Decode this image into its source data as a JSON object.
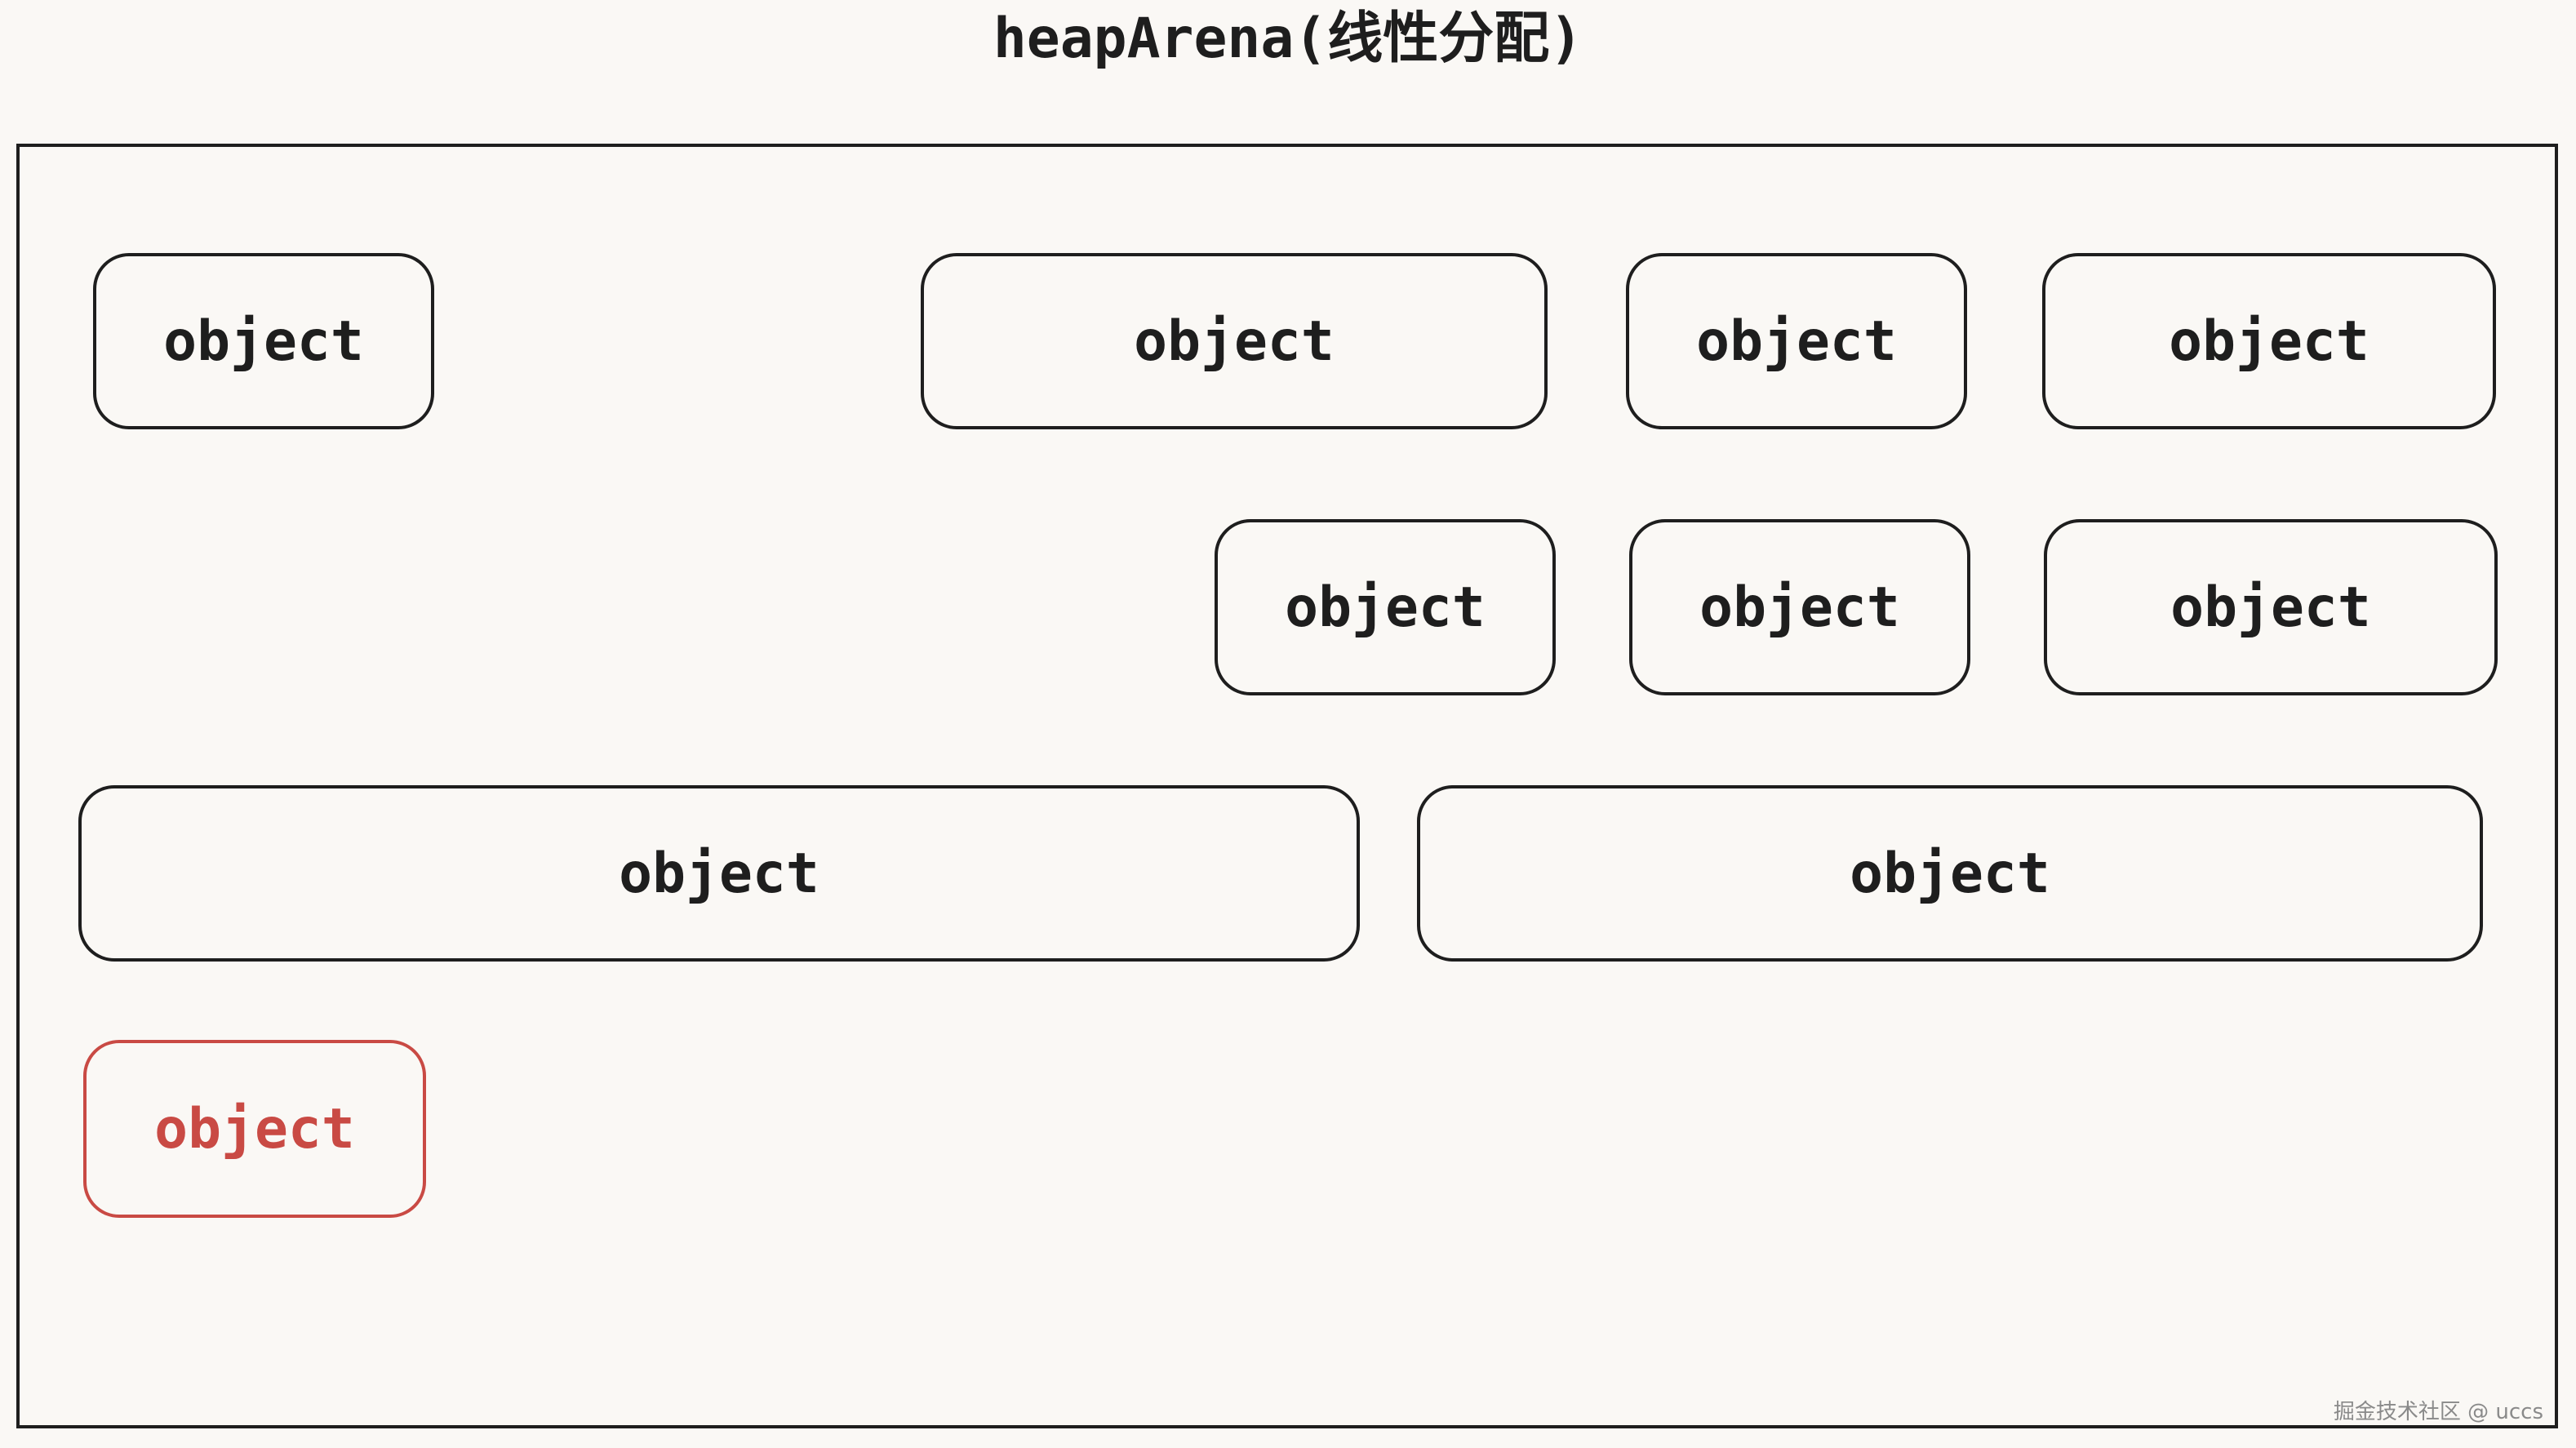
{
  "title": "heapArena(线性分配)",
  "object_label": "object",
  "new_object_label": "object",
  "watermark": "掘金技术社区 @ uccs",
  "colors": {
    "background": "#faf8f5",
    "stroke": "#1e1e1e",
    "new_object": "#c94a44"
  }
}
